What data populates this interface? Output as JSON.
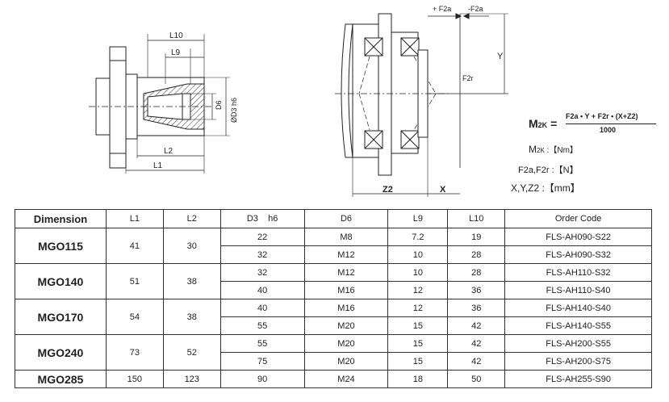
{
  "drawing_left": {
    "labels": {
      "l10": "L10",
      "l9": "L9",
      "d6": "D6",
      "d3": "ØD3 h6",
      "l2": "L2",
      "l1": "L1"
    }
  },
  "drawing_right": {
    "labels": {
      "f2a_plus": "+ F2a",
      "f2a_minus": "-F2a",
      "y": "Y",
      "f2r": "F2r",
      "z2": "Z2",
      "x": "X"
    }
  },
  "formula": {
    "lhs_main": "M",
    "lhs_sub": "2K",
    "numerator": "F2a • Y + F2r • (X+Z2)",
    "denominator": "1000",
    "unit_m2k_main": "M",
    "unit_m2k_sub": "2K",
    "unit_m2k": " :【Nm】",
    "unit_f": "F2a,F2r :【N】",
    "unit_xyz": "X,Y,Z2 :【mm】"
  },
  "table": {
    "headers": [
      "Dimension",
      "L1",
      "L2",
      "D3    h6",
      "D6",
      "L9",
      "L10",
      "Order Code"
    ],
    "groups": [
      {
        "model": "MGO115",
        "l1": "41",
        "l2": "30",
        "rows": [
          {
            "d3": "22",
            "d6": "M8",
            "l9": "7.2",
            "l10": "19",
            "code": "FLS-AH090-S22"
          },
          {
            "d3": "32",
            "d6": "M12",
            "l9": "10",
            "l10": "28",
            "code": "FLS-AH090-S32"
          }
        ]
      },
      {
        "model": "MGO140",
        "l1": "51",
        "l2": "38",
        "rows": [
          {
            "d3": "32",
            "d6": "M12",
            "l9": "10",
            "l10": "28",
            "code": "FLS-AH110-S32"
          },
          {
            "d3": "40",
            "d6": "M16",
            "l9": "12",
            "l10": "36",
            "code": "FLS-AH110-S40"
          }
        ]
      },
      {
        "model": "MGO170",
        "l1": "54",
        "l2": "38",
        "rows": [
          {
            "d3": "40",
            "d6": "M16",
            "l9": "12",
            "l10": "36",
            "code": "FLS-AH140-S40"
          },
          {
            "d3": "55",
            "d6": "M20",
            "l9": "15",
            "l10": "42",
            "code": "FLS-AH140-S55"
          }
        ]
      },
      {
        "model": "MGO240",
        "l1": "73",
        "l2": "52",
        "rows": [
          {
            "d3": "55",
            "d6": "M20",
            "l9": "15",
            "l10": "42",
            "code": "FLS-AH200-S55"
          },
          {
            "d3": "75",
            "d6": "M20",
            "l9": "15",
            "l10": "42",
            "code": "FLS-AH200-S75"
          }
        ]
      },
      {
        "model": "MGO285",
        "l1": "150",
        "l2": "123",
        "rows": [
          {
            "d3": "90",
            "d6": "M24",
            "l9": "18",
            "l10": "50",
            "code": "FLS-AH255-S90"
          }
        ]
      }
    ]
  }
}
